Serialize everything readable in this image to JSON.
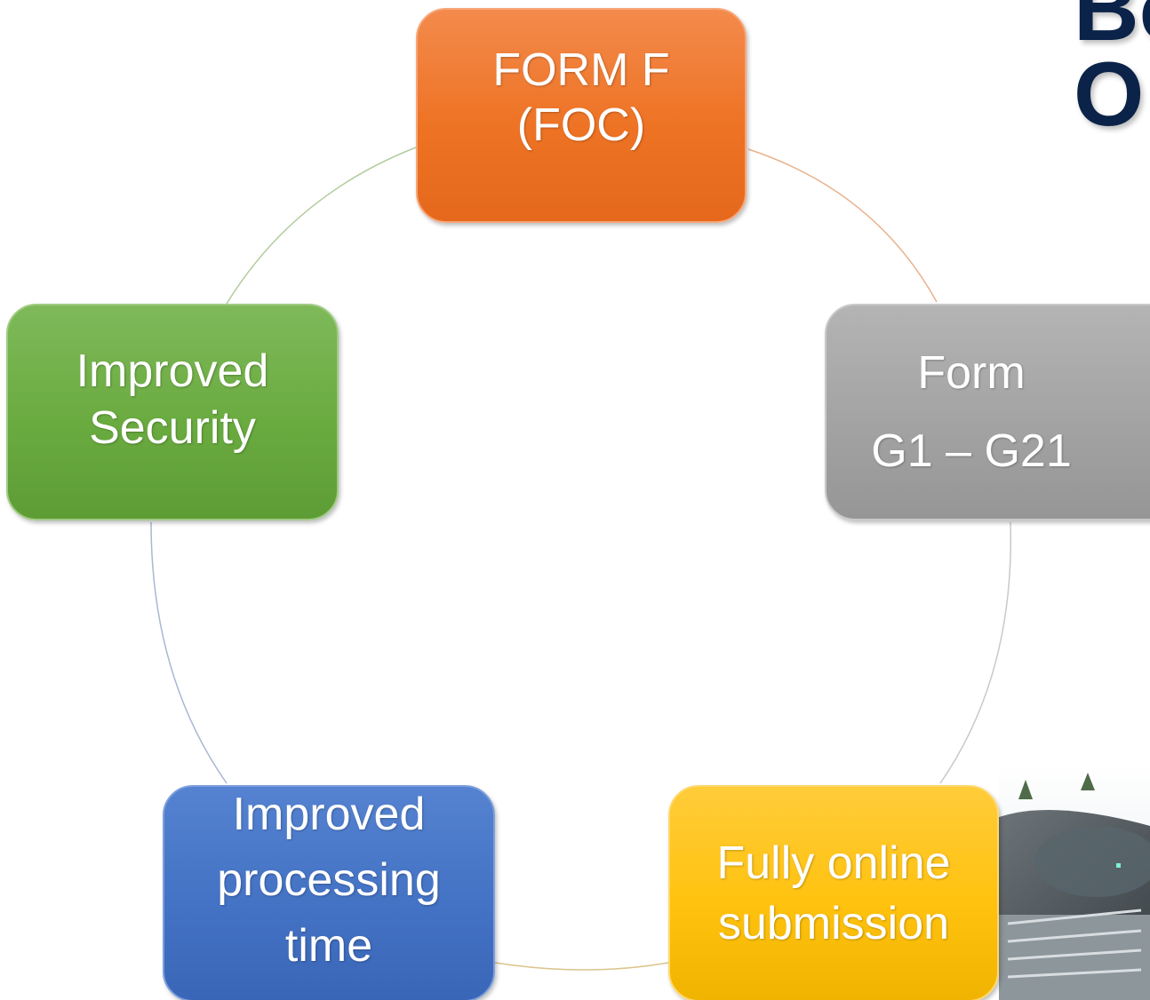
{
  "title_fragment": "Bo\nO",
  "nodes": {
    "form_f": "FORM F\n(FOC)",
    "form_g": "Form\nG1 – G21",
    "online": "Fully online\nsubmission",
    "processing": "Improved\nprocessing\ntime",
    "security": "Improved\nSecurity"
  },
  "colors": {
    "form_f": "#ee7324",
    "form_g": "#a5a5a5",
    "online": "#ffc20e",
    "processing": "#4472c4",
    "security": "#6aab40",
    "title": "#0b2348"
  }
}
